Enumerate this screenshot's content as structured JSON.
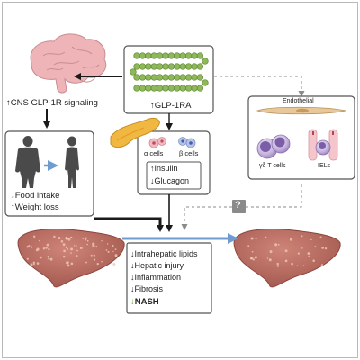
{
  "colors": {
    "brain": "#eeb4b8",
    "peptide": "#8fb85a",
    "pancreas": "#f0b840",
    "liver": "#b86a60",
    "liver_spot": "#f0c8b8",
    "arrow_black": "#1a1a1a",
    "arrow_blue": "#6f9bd0",
    "dashed": "#8a8a8a",
    "question_box": "#8a8a8a",
    "nash_arrow": "#6ab03a"
  },
  "labels": {
    "cns": "CNS GLP-1R signaling",
    "glp1ra": "GLP-1RA",
    "alpha_cells": "α cells",
    "beta_cells": "β cells",
    "insulin": "Insulin",
    "glucagon": "Glucagon",
    "food_intake": "Food intake",
    "weight_loss": "Weight loss",
    "endothelial": "Endothelial",
    "gd_t_cells": "γδ T cells",
    "iels": "IELs",
    "question": "?",
    "outcomes": [
      "Intrahepatic lipids",
      "Hepatic injury",
      "Inflammation",
      "Fibrosis",
      "NASH"
    ]
  },
  "glyphs": {
    "up": "↑",
    "down": "↓"
  }
}
